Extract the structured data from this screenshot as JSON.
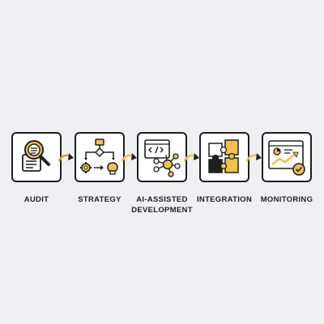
{
  "colors": {
    "background": "#eff0f3",
    "accent": "#f3c14b",
    "stroke": "#1f1f1f",
    "box": "#ffffff"
  },
  "steps": [
    {
      "label": "AUDIT",
      "icon": "magnifier-document-icon"
    },
    {
      "label": "STRATEGY",
      "icon": "flowchart-gear-bulb-icon"
    },
    {
      "label_line1": "AI-ASSISTED",
      "label_line2": "DEVELOPMENT",
      "icon": "code-window-network-icon"
    },
    {
      "label": "INTEGRATION",
      "icon": "puzzle-pieces-icon"
    },
    {
      "label": "MONITORING",
      "icon": "dashboard-growth-check-icon"
    }
  ]
}
